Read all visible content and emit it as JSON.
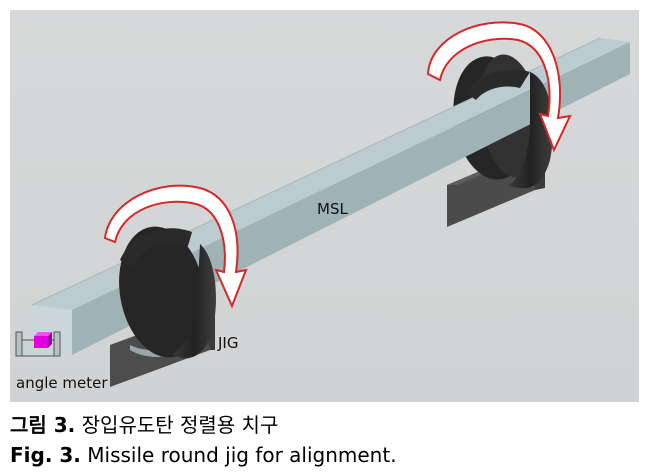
{
  "figure": {
    "labels": {
      "msl": "MSL",
      "jig": "JIG",
      "angle_meter": "angle meter"
    }
  },
  "captions": {
    "korean": {
      "prefix": "그림 3.",
      "text": "장입유도탄 정렬용 치구"
    },
    "english": {
      "prefix": "Fig. 3.",
      "text": "Missile round jig for alignment."
    }
  },
  "colors": {
    "background": "#d4d6d7",
    "beam_top": "#b9c9cd",
    "beam_side": "#98acb0",
    "ring": "#2c2c2c",
    "support": "#4a4a4a",
    "arrow": "#d62828",
    "angle_meter": "#e000e0"
  }
}
